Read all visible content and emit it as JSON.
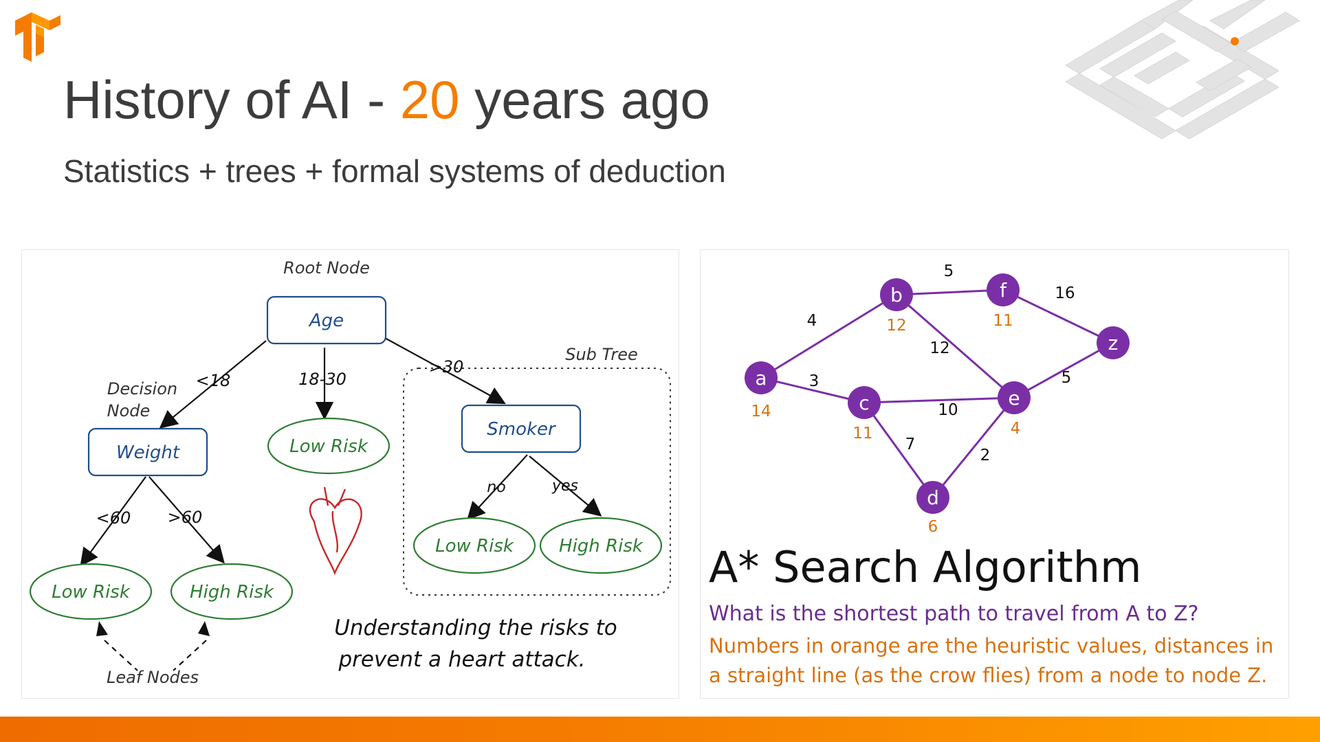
{
  "slide": {
    "title_prefix": "History of AI - ",
    "title_accent": "20",
    "title_suffix": " years ago",
    "subtitle": "Statistics + trees + formal systems of deduction",
    "accent_color": "#f57c00"
  },
  "tree": {
    "root_label": "Root Node",
    "sub_tree_label": "Sub Tree",
    "decision_label_1": "Decision",
    "decision_label_2": "Node",
    "leaf_label": "Leaf Nodes",
    "nodes": {
      "age": "Age",
      "weight": "Weight",
      "smoker": "Smoker",
      "mid_low": "Low Risk",
      "w_low": "Low Risk",
      "w_high": "High Risk",
      "s_low": "Low Risk",
      "s_high": "High Risk"
    },
    "edges": {
      "lt18": "<18",
      "r1830": "18-30",
      "gt30": ">30",
      "lt60": "<60",
      "gt60": ">60",
      "no": "no",
      "yes": "yes"
    },
    "caption_1": "Understanding the risks to",
    "caption_2": "prevent a heart attack."
  },
  "graph": {
    "node_color": "#7b2fa6",
    "heuristic_color": "#d8720f",
    "nodes": [
      {
        "id": "a",
        "h": "14"
      },
      {
        "id": "b",
        "h": "12"
      },
      {
        "id": "f",
        "h": "11"
      },
      {
        "id": "z",
        "h": ""
      },
      {
        "id": "c",
        "h": "11"
      },
      {
        "id": "e",
        "h": "4"
      },
      {
        "id": "d",
        "h": "6"
      }
    ],
    "edges": [
      {
        "from": "a",
        "to": "b",
        "w": "4"
      },
      {
        "from": "b",
        "to": "f",
        "w": "5"
      },
      {
        "from": "f",
        "to": "z",
        "w": "16"
      },
      {
        "from": "b",
        "to": "e",
        "w": "12"
      },
      {
        "from": "a",
        "to": "c",
        "w": "3"
      },
      {
        "from": "c",
        "to": "e",
        "w": "10"
      },
      {
        "from": "e",
        "to": "z",
        "w": "5"
      },
      {
        "from": "c",
        "to": "d",
        "w": "7"
      },
      {
        "from": "d",
        "to": "e",
        "w": "2"
      }
    ],
    "title": "A* Search Algorithm",
    "question": "What is the shortest path to travel from A to Z?",
    "note": "Numbers in orange are the heuristic values, distances in a straight line (as the crow flies) from a node to node Z."
  }
}
